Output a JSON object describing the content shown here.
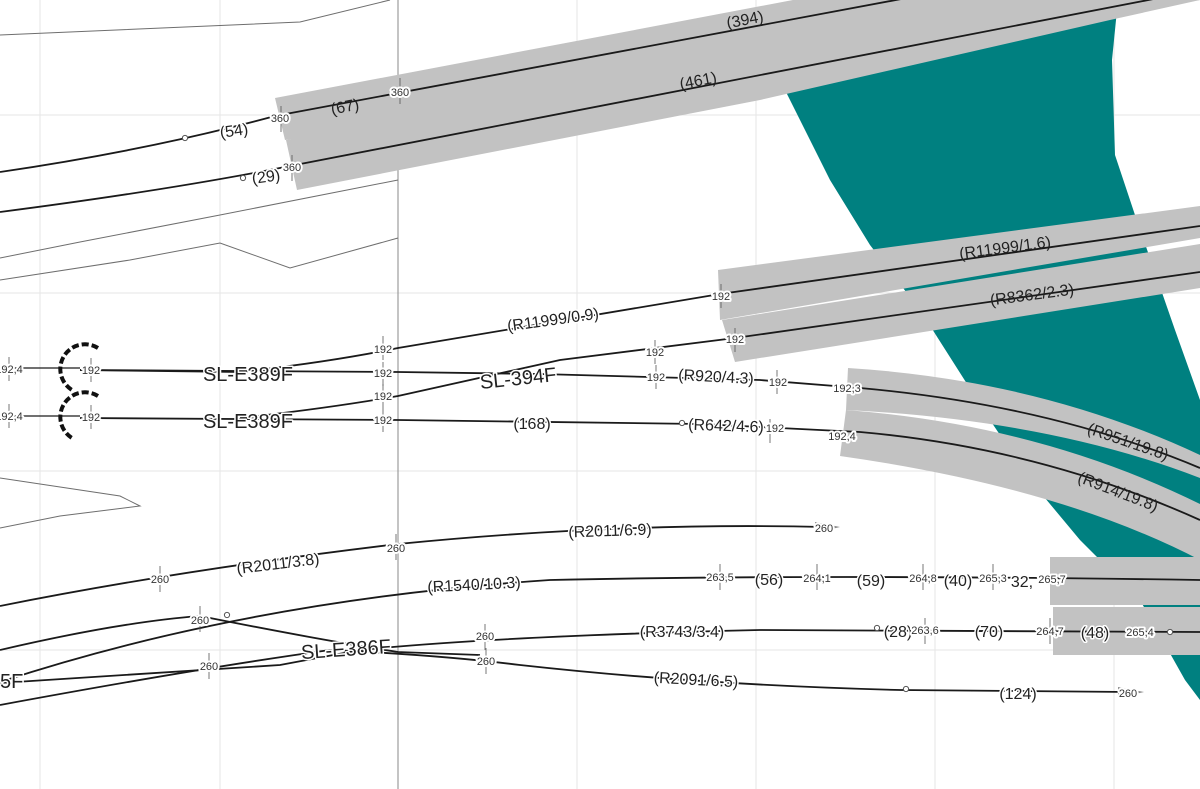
{
  "colors": {
    "teal": "#008080",
    "band": "#c2c2c2",
    "track": "#1a1a1a"
  },
  "labels": {
    "n394": "(394)",
    "n461": "(461)",
    "n67": "(67)",
    "n54": "(54)",
    "n29": "(29)",
    "r11999_16": "(R11999/1.6)",
    "r8362": "(R8362/2.3)",
    "r11999_09": "(R11999/0.9)",
    "r920": "(R920/4.3)",
    "r642": "(R642/4.6)",
    "r951": "(R951/19.8)",
    "r914": "(R914/19.8)",
    "n168": "(168)",
    "r2011_69": "(R2011/6.9)",
    "r2011_38": "(R2011/3.8)",
    "r1540": "(R1540/10.3)",
    "r3743": "(R3743/3.4)",
    "r2091": "(R2091/6.5)",
    "n56": "(56)",
    "n59": "(59)",
    "n40": "(40)",
    "n32": "32,",
    "n28": "(28)",
    "n70": "(70)",
    "n48": "(48)",
    "n124": "(124)"
  },
  "switch_labels": {
    "sl389_a": "SL-E389F",
    "sl389_b": "SL-E389F",
    "sl394": "SL-394F",
    "sl386": "SL-E386F",
    "sl_edge": "5F"
  },
  "markers": {
    "m360a": "360",
    "m360b": "360",
    "m360c": "360",
    "m192a": "192",
    "m192b": "192",
    "m192c": "192",
    "m192d": "192",
    "m192e": "192",
    "m192f": "192",
    "m192g": "192",
    "m192h": "192",
    "m192i": "192",
    "m192j": "192",
    "m192k": "192",
    "m192_3": "192,3",
    "m192_4a": "192,4",
    "m192_4b": "192,4",
    "m192_4c": "192,4",
    "m260a": "260",
    "m260b": "260",
    "m260c": "260",
    "m260d": "260",
    "m260e": "260",
    "m260f": "260",
    "m260g": "260",
    "m260h": "260",
    "m263_5": "263,5",
    "m264_1": "264,1",
    "m264_8": "264,8",
    "m265_3": "265,3",
    "m265_7": "265,7",
    "m263_6": "263,6",
    "m264_7": "264,7",
    "m265_4": "265,4"
  }
}
